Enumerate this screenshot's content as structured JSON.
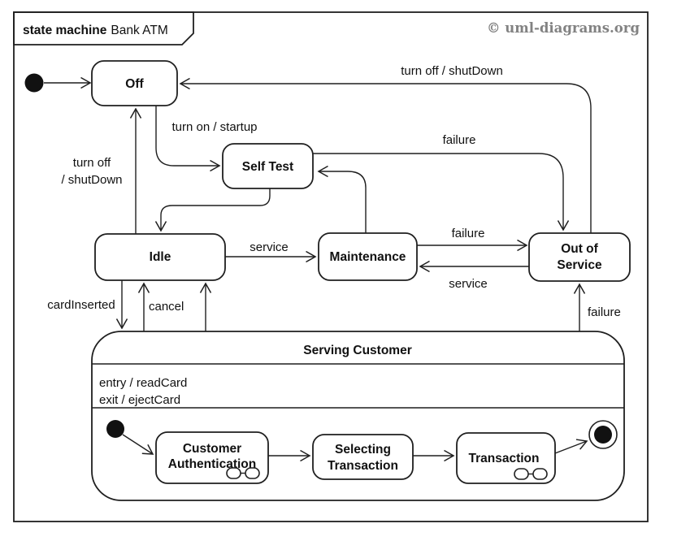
{
  "diagram": {
    "frame_title_keyword": "state machine",
    "frame_title_name": "Bank ATM",
    "copyright": "© uml-diagrams.org"
  },
  "states": {
    "off": {
      "label": "Off"
    },
    "self_test": {
      "label": "Self Test"
    },
    "idle": {
      "label": "Idle"
    },
    "maintenance": {
      "label": "Maintenance"
    },
    "out_of_service": {
      "label_line1": "Out of",
      "label_line2": "Service"
    },
    "serving_customer": {
      "label": "Serving Customer",
      "entry_action": "entry / readCard",
      "exit_action": "exit / ejectCard"
    },
    "customer_authentication": {
      "label_line1": "Customer",
      "label_line2": "Authentication"
    },
    "selecting_transaction": {
      "label_line1": "Selecting",
      "label_line2": "Transaction"
    },
    "transaction": {
      "label": "Transaction"
    }
  },
  "transitions": {
    "off_to_self_test": {
      "label": "turn on / startup"
    },
    "idle_to_off": {
      "label_line1": "turn off",
      "label_line2": "/ shutDown"
    },
    "out_of_service_to_off": {
      "label": "turn off / shutDown"
    },
    "self_test_to_out_of_service": {
      "label": "failure"
    },
    "idle_to_maintenance": {
      "label": "service"
    },
    "maintenance_to_out_of_service": {
      "label": "failure"
    },
    "out_of_service_to_maintenance": {
      "label": "service"
    },
    "idle_to_serving_customer": {
      "label": "cardInserted"
    },
    "serving_customer_to_idle": {
      "label": "cancel"
    },
    "serving_customer_to_out_of_service": {
      "label": "failure"
    }
  }
}
